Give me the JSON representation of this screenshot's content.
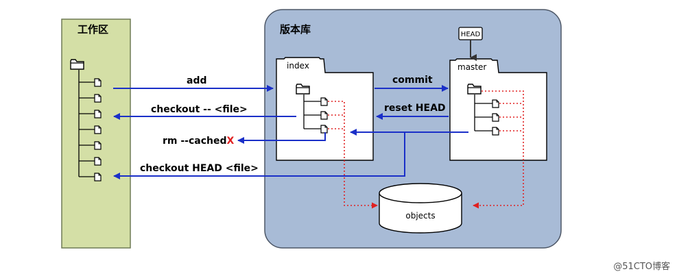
{
  "workspace": {
    "title": "工作区",
    "file_count": 7
  },
  "repository": {
    "title": "版本库"
  },
  "index_box": {
    "label": "index"
  },
  "master_box": {
    "label": "master"
  },
  "head_pointer": {
    "label": "HEAD"
  },
  "objects_store": {
    "label": "objects"
  },
  "commands": {
    "add": "add",
    "checkout": "checkout -- <file>",
    "rm_cached": "rm --cached",
    "rm_cached_mark": "X",
    "checkout_head": "checkout HEAD <file>",
    "commit": "commit",
    "reset_head": "reset HEAD"
  },
  "colors": {
    "workspace_fill": "#d4dfa6",
    "repo_fill": "#a8bbd6",
    "arrow_blue": "#1a2fc8",
    "dotted_red": "#e02020",
    "x_mark": "#e02020"
  },
  "watermark": "@51CTO博客"
}
